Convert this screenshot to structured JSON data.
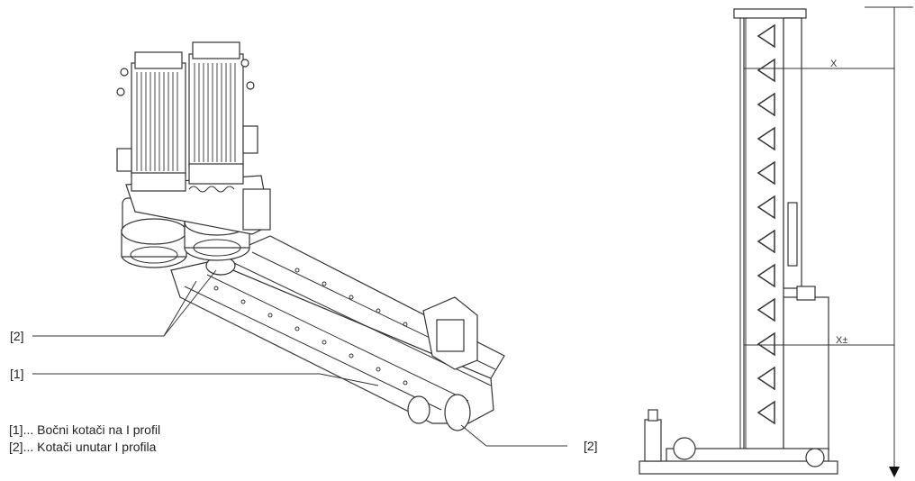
{
  "callouts": {
    "left_2": "[2]",
    "left_1": "[1]",
    "right_2": "[2]"
  },
  "legend": [
    "[1]... Bočni kotači na I profil",
    "[2]... Kotači unutar I profila"
  ],
  "dimensions": {
    "x_label": "X",
    "x_pm_label": "X±"
  }
}
